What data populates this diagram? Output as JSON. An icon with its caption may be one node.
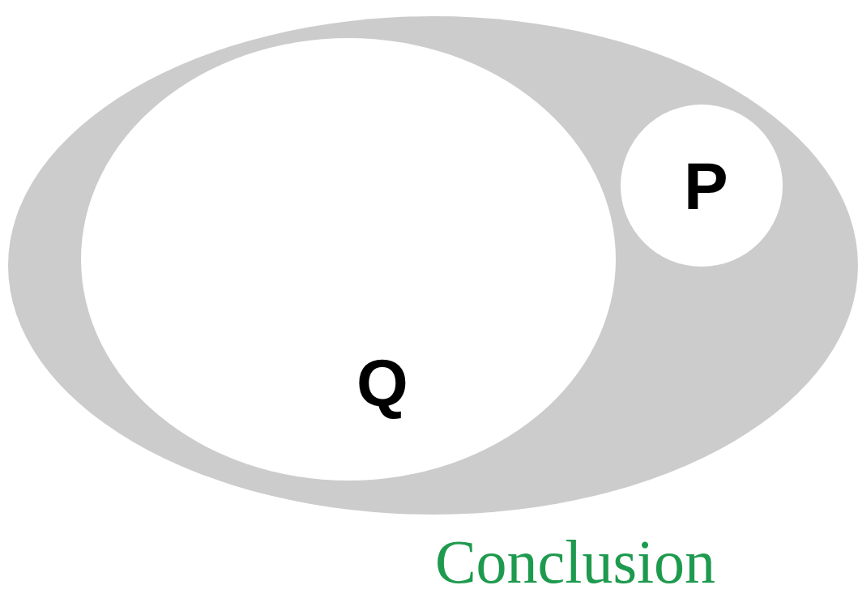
{
  "diagram": {
    "caption": "Conclusion",
    "nodes": [
      {
        "text": [],
        "shape": "ellipse"
      },
      {
        "text": [
          "Q"
        ],
        "in": 0
      },
      {
        "text": [
          "P"
        ],
        "in": 0
      }
    ]
  }
}
